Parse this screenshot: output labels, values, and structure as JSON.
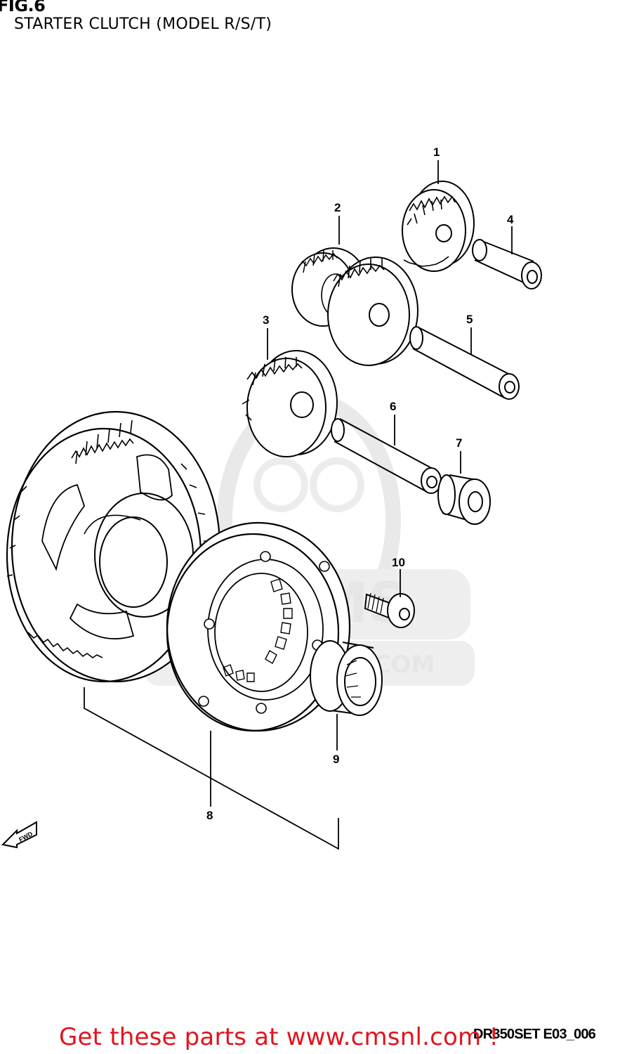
{
  "figure": {
    "label": "FIG.6",
    "title": "STARTER CLUTCH (MODEL R/S/T)"
  },
  "callouts": [
    "1",
    "2",
    "3",
    "4",
    "5",
    "6",
    "7",
    "8",
    "9",
    "10"
  ],
  "direction_marker": "FWD",
  "watermark": {
    "brand": "CMS",
    "site": "WWW.CMSNL.COM"
  },
  "drawing_code": "DR350SET E03_006",
  "promo_link": "Get these parts at www.cmsnl.com !",
  "colors": {
    "promo": "#e0141e",
    "line": "#000000",
    "watermark": "#e6e6e6"
  }
}
